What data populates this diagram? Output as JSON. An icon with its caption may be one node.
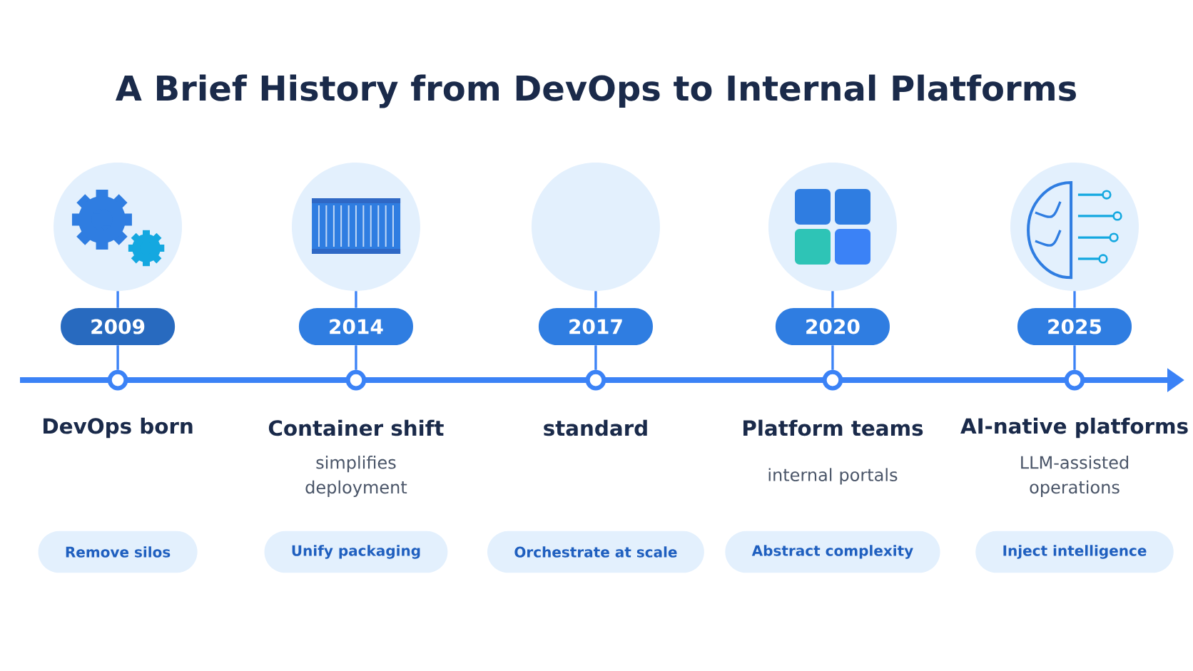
{
  "diagram": {
    "title": "A Brief History from DevOps to Internal Platforms",
    "nodes": [
      {
        "text": [],
        "shape": "circle"
      },
      {
        "text": [],
        "shape": "circle"
      },
      {
        "text": [],
        "shape": "circle"
      },
      {
        "text": [],
        "shape": "circle"
      },
      {
        "text": [],
        "shape": "circle"
      },
      {
        "text": [
          "2009"
        ]
      },
      {
        "text": [
          "2014"
        ]
      },
      {
        "text": [
          "2017"
        ]
      },
      {
        "text": [
          "2020"
        ]
      },
      {
        "text": [
          "2025"
        ]
      },
      {
        "text": [],
        "shape": "circle"
      },
      {
        "text": [],
        "shape": "circle"
      },
      {
        "text": [],
        "shape": "circle"
      },
      {
        "text": [],
        "shape": "circle"
      },
      {
        "text": [],
        "shape": "circle"
      },
      {
        "text": [
          "Remove silos"
        ]
      },
      {
        "text": [
          "Unify packaging"
        ]
      },
      {
        "text": [
          "Orchestrate at scale"
        ]
      },
      {
        "text": [
          "Abstract complexity"
        ]
      },
      {
        "text": [
          "Inject intelligence"
        ]
      }
    ],
    "edges": [
      {
        "from": 0,
        "to": 5,
        "arrow": "none"
      },
      {
        "from": 5,
        "to": 10,
        "arrow": "none"
      },
      {
        "from": 1,
        "to": 6,
        "arrow": "none"
      },
      {
        "from": 6,
        "to": 11,
        "arrow": "none"
      },
      {
        "from": 2,
        "to": 7,
        "arrow": "none"
      },
      {
        "from": 7,
        "to": 12,
        "arrow": "none"
      },
      {
        "from": 3,
        "to": 8,
        "arrow": "none"
      },
      {
        "from": 8,
        "to": 13,
        "arrow": "none"
      },
      {
        "from": 4,
        "to": 9,
        "arrow": "none"
      },
      {
        "from": 9,
        "to": 14,
        "arrow": "none"
      }
    ],
    "labels": [
      "DevOps born",
      "Container shift",
      "simplifies deployment",
      "standard",
      "Platform teams",
      "internal portals",
      "AI-native platforms",
      "LLM-assisted operations"
    ]
  }
}
